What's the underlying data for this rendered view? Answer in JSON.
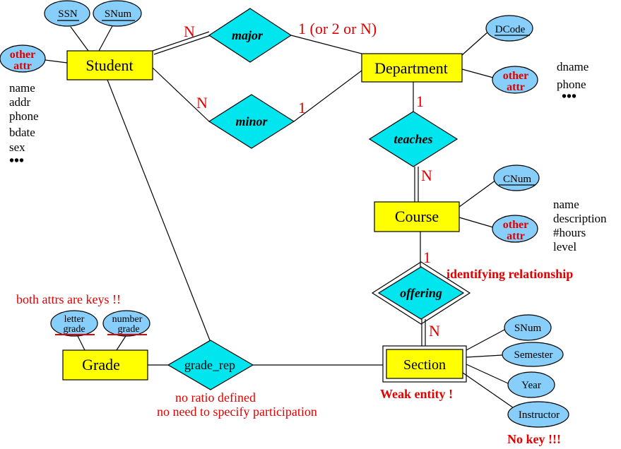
{
  "entities": {
    "student": "Student",
    "department": "Department",
    "course": "Course",
    "grade": "Grade",
    "section": "Section"
  },
  "relationships": {
    "major": "major",
    "minor": "minor",
    "teaches": "teaches",
    "offering": "offering",
    "grade_rep": "grade_rep"
  },
  "attributes": {
    "student_ssn": "SSN",
    "student_snum": "SNum",
    "student_other_line1": "other",
    "student_other_line2": "attr",
    "dept_dcode": "DCode",
    "dept_other_line1": "other",
    "dept_other_line2": "attr",
    "course_cnum": "CNum",
    "course_other_line1": "other",
    "course_other_line2": "attr",
    "grade_letter_line1": "letter",
    "grade_letter_line2": "grade",
    "grade_number_line1": "number",
    "grade_number_line2": "grade",
    "section_snum": "SNum",
    "section_semester": "Semester",
    "section_year": "Year",
    "section_instructor": "Instructor"
  },
  "attr_lists": {
    "student": [
      "name",
      "addr",
      "phone",
      "bdate",
      "sex"
    ],
    "department": [
      "dname",
      "phone"
    ],
    "course": [
      "name",
      "description",
      "#hours",
      "level"
    ],
    "ellipsis": "•••"
  },
  "cardinalities": {
    "major_student": "N",
    "major_department": "1 (or 2 or N)",
    "minor_student": "N",
    "minor_department": "1",
    "teaches_department": "1",
    "teaches_course": "N",
    "offering_course": "1",
    "offering_section": "N"
  },
  "notes": {
    "keys": "both attrs are keys !!",
    "identifying": "identifying relationship",
    "no_ratio": "no ratio defined",
    "no_participation": "no need to specify participation",
    "weak_entity": "Weak entity !",
    "no_key": "No key !!!"
  },
  "colors": {
    "entity_fill": "#ffff00",
    "relationship_fill": "#00e5ee",
    "attribute_fill": "#87cefa",
    "annotation_red": "#e00000"
  }
}
